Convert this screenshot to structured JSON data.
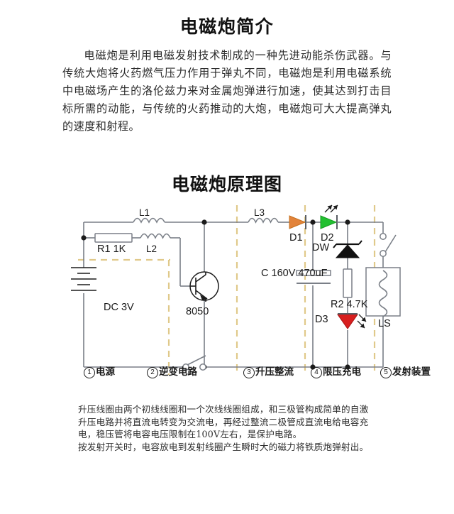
{
  "document": {
    "title": "电磁炮简介",
    "intro_paragraph": "电磁炮是利用电磁发射技术制成的一种先进动能杀伤武器。与传统大炮将火药燃气压力作用于弹丸不同，电磁炮是利用电磁系统中电磁场产生的洛伦兹力来对金属炮弹进行加速，使其达到打击目标所需的动能，与传统的火药推动的大炮，电磁炮可大大提高弹丸的速度和射程。",
    "diagram_title": "电磁炮原理图",
    "footer_lines": [
      "升压线圈由两个初线线圈和一个次线线圈组成，和三极管构成简单的自激",
      "升压电路并将直流电转变为交流电，再经过整流二极管成直流电给电容充",
      "电，稳压管将电容电压限制在100V左右，是保护电路。",
      "按发射开关时，电容放电到发射线圈产生瞬时大的磁力将铁质炮弹射出。"
    ]
  },
  "schematic": {
    "components": {
      "l1": "L1",
      "l2": "L2",
      "l3": "L3",
      "r1": "R1 1K",
      "r2": "R2 4.7K",
      "battery": "DC 3V",
      "transistor": "8050",
      "d1": "D1",
      "d2": "D2",
      "d3": "D3",
      "dw": "DW",
      "capacitor": "C 160V 470uF",
      "coil": "LS"
    },
    "sections": [
      {
        "num": "①",
        "label": "电源"
      },
      {
        "num": "②",
        "label": "逆变电路"
      },
      {
        "num": "③",
        "label": "升压整流"
      },
      {
        "num": "④",
        "label": "限压充电"
      },
      {
        "num": "⑤",
        "label": "发射装置"
      }
    ],
    "colors": {
      "wire": "#7a7f87",
      "section_divider": "#e0c98a",
      "d1_diode": "#e2833a",
      "d2_led": "#22c030",
      "d3_led": "#d81f1f",
      "dw_zener": "#111111",
      "text": "#1b1b1b"
    }
  }
}
